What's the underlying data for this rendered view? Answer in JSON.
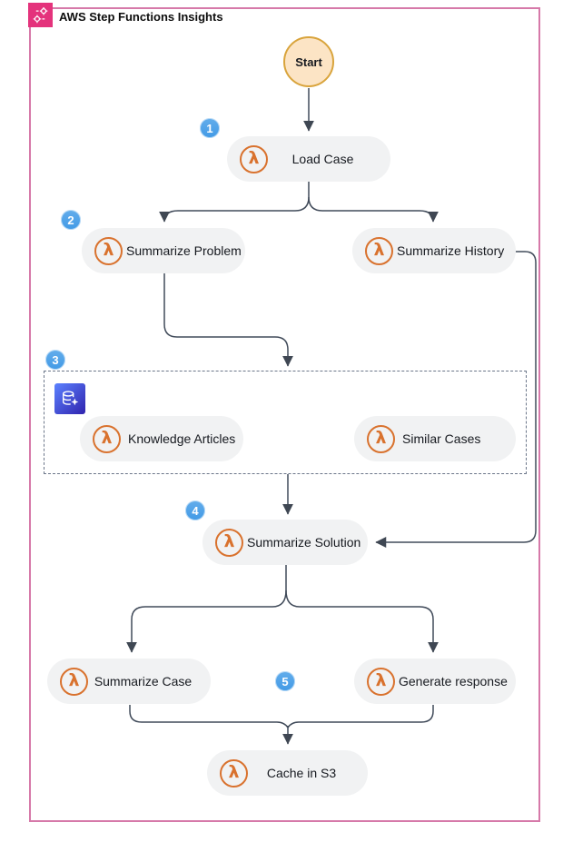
{
  "header": {
    "title": "AWS Step Functions Insights"
  },
  "icons": {
    "lambda_glyph": "λ",
    "app_icon": "step-functions-icon",
    "group_icon": "database-sparkle-icon"
  },
  "colors": {
    "frame_border": "#D679A9",
    "app_icon_bg": "#E4337C",
    "badge_blue": "#4FA3E8",
    "lambda_orange": "#D9722E",
    "node_bg": "#F1F2F3",
    "start_fill": "#FCE4C5",
    "start_border": "#D9A43C",
    "connector": "#414B5A",
    "group_icon_gradient": [
      "#5C82FF",
      "#3023AE"
    ]
  },
  "diagram": {
    "start": {
      "label": "Start"
    },
    "badges": [
      {
        "label": "1"
      },
      {
        "label": "2"
      },
      {
        "label": "3"
      },
      {
        "label": "4"
      },
      {
        "label": "5"
      }
    ],
    "nodes": {
      "load_case": {
        "label": "Load Case"
      },
      "summarize_problem": {
        "label": "Summarize Problem"
      },
      "summarize_history": {
        "label": "Summarize History"
      },
      "knowledge_articles": {
        "label": "Knowledge Articles"
      },
      "similar_cases": {
        "label": "Similar Cases"
      },
      "summarize_solution": {
        "label": "Summarize Solution"
      },
      "summarize_case": {
        "label": "Summarize Case"
      },
      "generate_response": {
        "label": "Generate response"
      },
      "cache_in_s3": {
        "label": "Cache in S3"
      }
    }
  }
}
